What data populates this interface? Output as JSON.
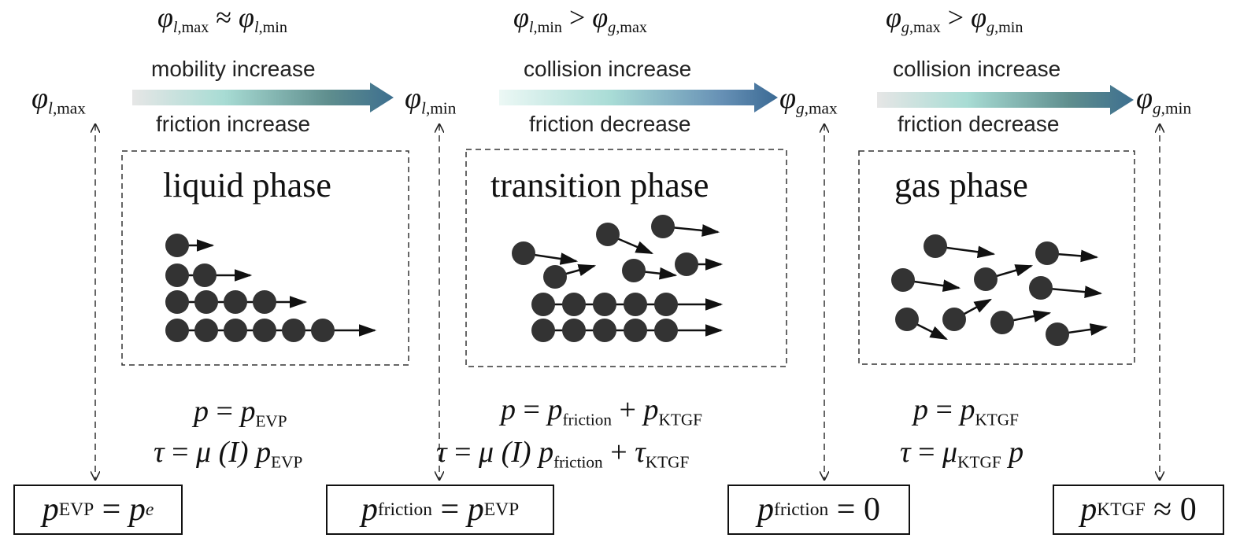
{
  "stages": [
    {
      "sym": "φ",
      "sub": "l",
      "sub_rest": ",max"
    },
    {
      "sym": "φ",
      "sub": "l",
      "sub_rest": ",min"
    },
    {
      "sym": "φ",
      "sub": "g",
      "sub_rest": ",max"
    },
    {
      "sym": "φ",
      "sub": "g",
      "sub_rest": ",min"
    }
  ],
  "transitions": [
    {
      "cond_lhs": "φ",
      "cond_lhs_sub": "l",
      "cond_lhs_rest": ",max",
      "op": "≈",
      "cond_rhs": "φ",
      "cond_rhs_sub": "l",
      "cond_rhs_rest": ",min",
      "upper_note": "mobility increase",
      "lower_note": "friction increase"
    },
    {
      "cond_lhs": "φ",
      "cond_lhs_sub": "l",
      "cond_lhs_rest": ",min",
      "op": ">",
      "cond_rhs": "φ",
      "cond_rhs_sub": "g",
      "cond_rhs_rest": ",max",
      "upper_note": "collision increase",
      "lower_note": "friction decrease"
    },
    {
      "cond_lhs": "φ",
      "cond_lhs_sub": "g",
      "cond_lhs_rest": ",max",
      "op": ">",
      "cond_rhs": "φ",
      "cond_rhs_sub": "g",
      "cond_rhs_rest": ",min",
      "upper_note": "collision increase",
      "lower_note": "friction decrease"
    }
  ],
  "phases": [
    {
      "label": "liquid phase"
    },
    {
      "label": "transition phase"
    },
    {
      "label": "gas phase"
    }
  ],
  "equations": {
    "liquid": {
      "p_lhs": "p",
      "eq": "=",
      "p_rhs": "p",
      "p_rhs_sub": "EVP",
      "tau_lhs": "τ",
      "mu": "μ",
      "arg": "(I)",
      "tau_p": "p",
      "tau_p_sub": "EVP"
    },
    "transition": {
      "p_lhs": "p",
      "eq": "=",
      "p_a": "p",
      "p_a_sub": "friction",
      "plus": "+",
      "p_b": "p",
      "p_b_sub": "KTGF",
      "tau_lhs": "τ",
      "mu": "μ",
      "arg": "(I)",
      "tau_p": "p",
      "tau_p_sub": "friction",
      "tau_k": "τ",
      "tau_k_sub": "KTGF"
    },
    "gas": {
      "p_lhs": "p",
      "eq": "=",
      "p_rhs": "p",
      "p_rhs_sub": "KTGF",
      "tau_lhs": "τ",
      "mu": "μ",
      "mu_sub": "KTGF",
      "tau_p": "p"
    }
  },
  "boxes": [
    {
      "lhs": "p",
      "lhs_sub": "EVP",
      "op": "=",
      "rhs": "p",
      "rhs_sub": "e"
    },
    {
      "lhs": "p",
      "lhs_sub": "friction",
      "op": "=",
      "rhs": "p",
      "rhs_sub": "EVP"
    },
    {
      "lhs": "p",
      "lhs_sub": "friction",
      "op": "=",
      "rhs": "0"
    },
    {
      "lhs": "p",
      "lhs_sub": "KTGF",
      "op": "≈",
      "rhs": "0"
    }
  ],
  "colors": {
    "arrow_start": "#e4e4e4",
    "arrow_mid": "#9fd6cf",
    "arrow_end": "#3d6f8f",
    "particle": "#333333"
  }
}
